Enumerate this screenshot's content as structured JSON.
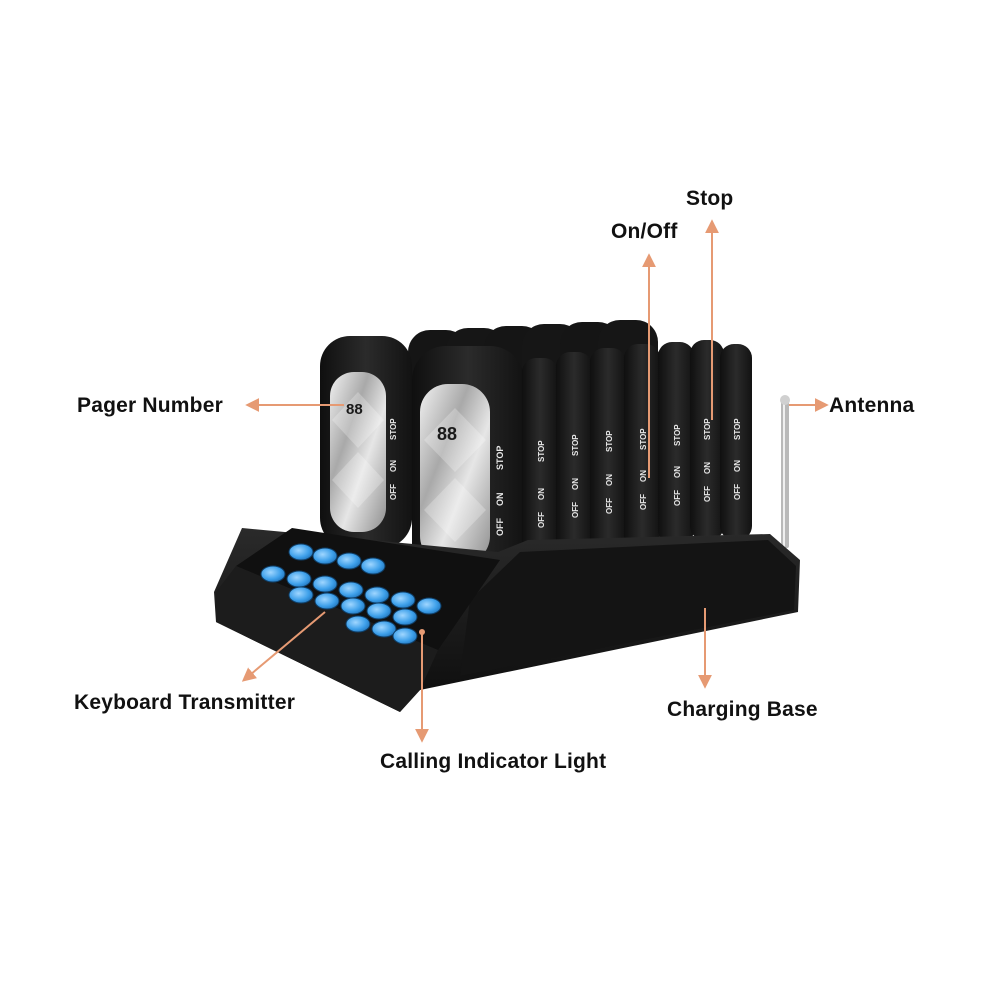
{
  "labels": {
    "stop": "Stop",
    "on_off": "On/Off",
    "pager_number": "Pager Number",
    "antenna": "Antenna",
    "keyboard_transmitter": "Keyboard Transmitter",
    "charging_base": "Charging Base",
    "calling_indicator_light": "Calling Indicator Light"
  },
  "pager": {
    "display_digits": "88",
    "stop_text": "STOP",
    "on_text": "ON",
    "off_text": "OFF"
  },
  "colors": {
    "leader": "#e69a73",
    "device_body": "#1c1c1c",
    "keypad_button": "#3ea0ea"
  }
}
